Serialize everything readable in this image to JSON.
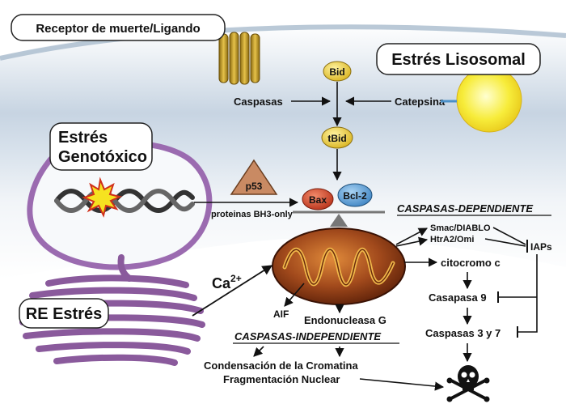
{
  "labels": {
    "death_receptor": "Receptor de muerte/Ligando",
    "lysosomal_stress": "Estrés Lisosomal",
    "genotoxic_stress_line1": "Estrés",
    "genotoxic_stress_line2": "Genotóxico",
    "er_stress": "RE Estrés",
    "bid": "Bid",
    "tbid": "tBid",
    "caspasas": "Caspasas",
    "catepsina": "Catepsina",
    "p53": "p53",
    "bh3": "proteinas BH3-only",
    "bax": "Bax",
    "bcl2": "Bcl-2",
    "caspase_dependent": "CASPASAS-DEPENDIENTE",
    "smac": "Smac/DIABLO",
    "htra2": "HtrA2/Omi",
    "iaps": "IAPs",
    "cytochrome": "citocromo c",
    "casp9": "Casapasa 9",
    "casp37": "Caspasas 3 y 7",
    "calcium": "Ca",
    "calcium_sup": "2+",
    "aif": "AIF",
    "endonuclease": "Endonucleasa G",
    "caspase_independent": "CASPASAS-INDEPENDIENTE",
    "chromatin": "Condensación de la Cromatina",
    "fragmentation": "Fragmentación Nuclear"
  },
  "colors": {
    "bid_node": "#f0d24a",
    "bax_node": "#d0452b",
    "bcl2_node": "#5a9fd6",
    "p53_triangle": "#c98a63",
    "mitochondria": "#8a3a18",
    "cell_nucleus": "#9b6bb0",
    "er": "#8a5a9c",
    "lysosome": "#f5e83a"
  },
  "icons": {
    "death": "skull-crossbones-icon"
  }
}
